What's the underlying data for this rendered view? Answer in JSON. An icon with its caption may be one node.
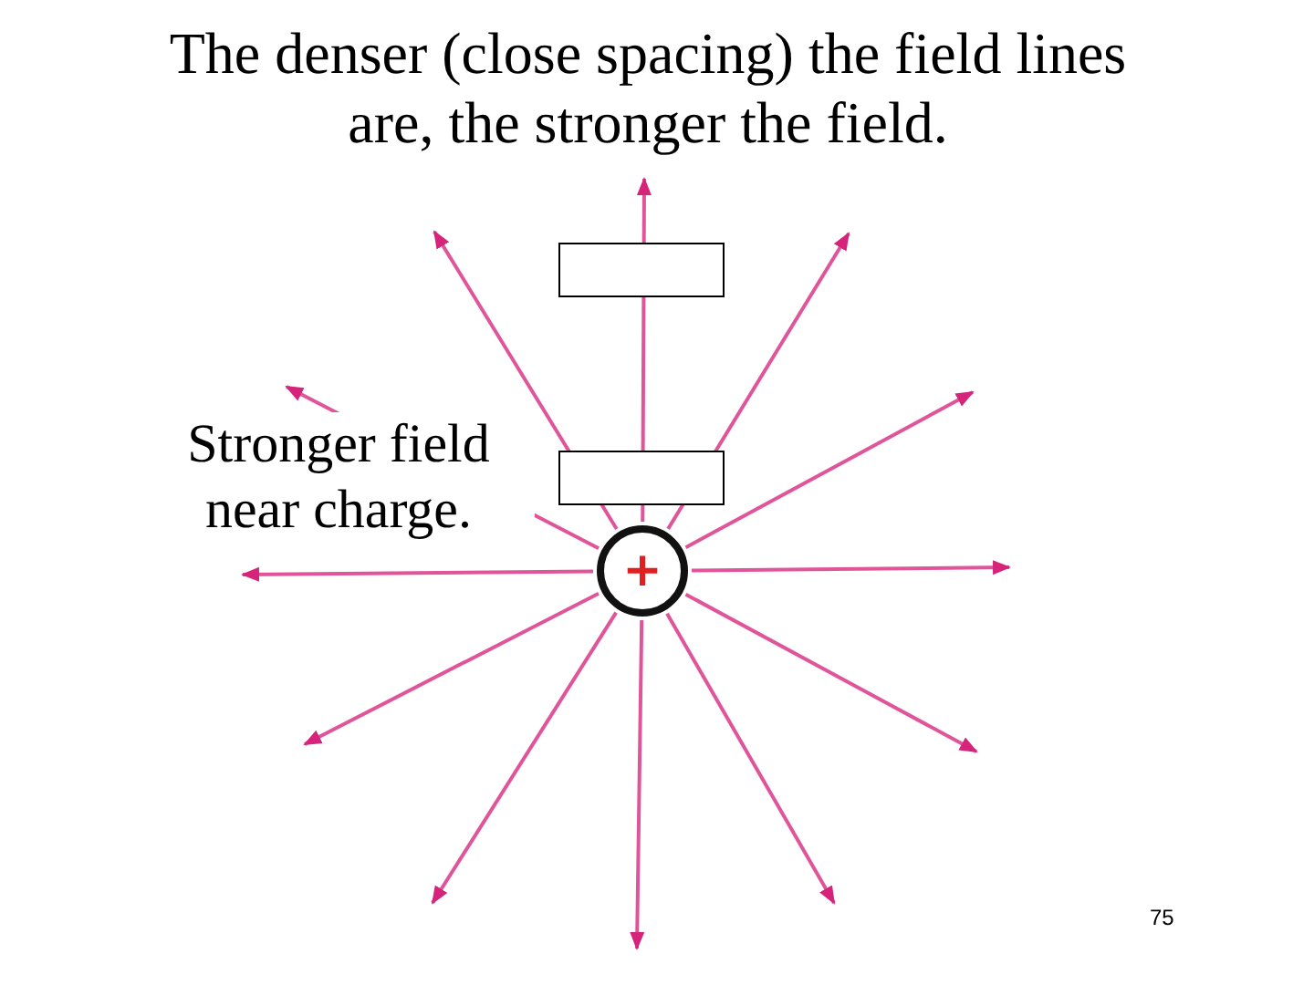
{
  "diagram": {
    "title": "The denser (close spacing) the field lines are, the stronger the field.",
    "nodes": [
      {
        "text": [],
        "shape": "box"
      },
      {
        "text": [],
        "shape": "box"
      },
      {
        "text": [
          "+"
        ]
      }
    ],
    "labels": [
      "Stronger field near charge.",
      "75"
    ]
  }
}
